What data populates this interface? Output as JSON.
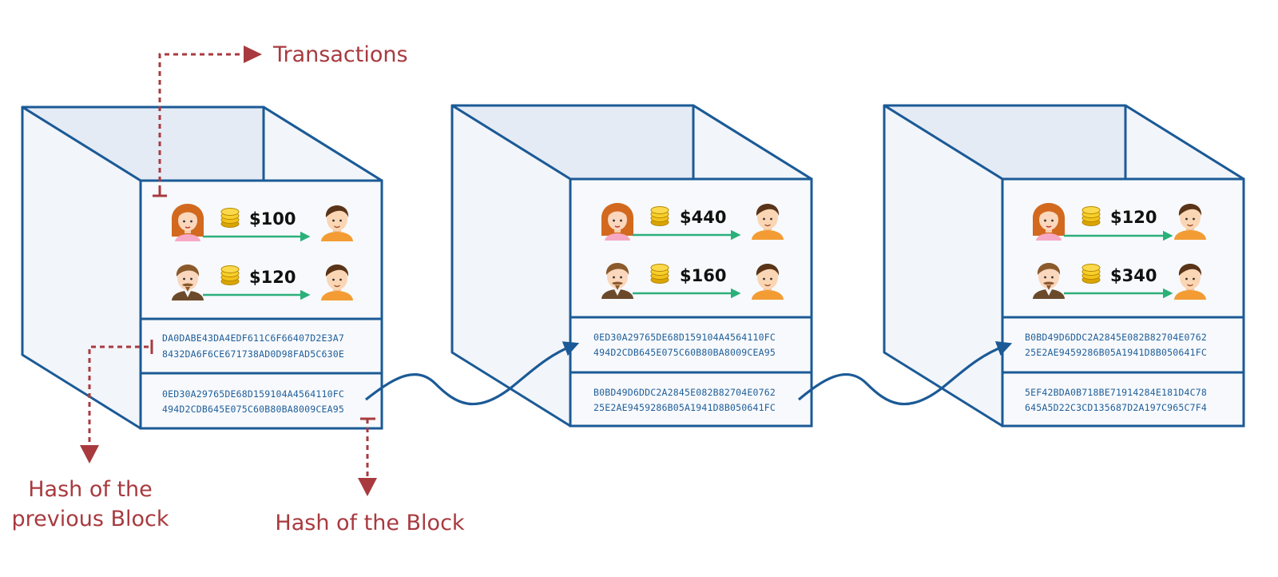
{
  "labels": {
    "transactions": "Transactions",
    "hash_previous_line1": "Hash of the",
    "hash_previous_line2": "previous Block",
    "hash_block": "Hash of the Block"
  },
  "colors": {
    "block_stroke": "#1b5a96",
    "callout": "#a83a3f",
    "transfer_arrow": "#2bb07a"
  },
  "blocks": [
    {
      "transactions": [
        {
          "sender": "woman-avatar-icon",
          "amount": "$100",
          "receiver": "man-avatar-icon"
        },
        {
          "sender": "bearded-man-avatar-icon",
          "amount": "$120",
          "receiver": "man-avatar-icon"
        }
      ],
      "prev_hash": [
        "DA0DABE43DA4EDF611C6F66407D2E3A7",
        "8432DA6F6CE671738AD0D98FAD5C630E"
      ],
      "block_hash": [
        "0ED30A29765DE68D159104A4564110FC",
        "494D2CDB645E075C60B80BA8009CEA95"
      ]
    },
    {
      "transactions": [
        {
          "sender": "woman-avatar-icon",
          "amount": "$440",
          "receiver": "man-avatar-icon"
        },
        {
          "sender": "bearded-man-avatar-icon",
          "amount": "$160",
          "receiver": "man-avatar-icon"
        }
      ],
      "prev_hash": [
        "0ED30A29765DE68D159104A4564110FC",
        "494D2CDB645E075C60B80BA8009CEA95"
      ],
      "block_hash": [
        "B0BD49D6DDC2A2845E082B82704E0762",
        "25E2AE9459286B05A1941D8B050641FC"
      ]
    },
    {
      "transactions": [
        {
          "sender": "woman-avatar-icon",
          "amount": "$120",
          "receiver": "man-avatar-icon"
        },
        {
          "sender": "bearded-man-avatar-icon",
          "amount": "$340",
          "receiver": "man-avatar-icon"
        }
      ],
      "prev_hash": [
        "B0BD49D6DDC2A2845E082B82704E0762",
        "25E2AE9459286B05A1941D8B050641FC"
      ],
      "block_hash": [
        "5EF42BDA0B718BE71914284E181D4C78",
        "645A5D22C3CD135687D2A197C965C7F4"
      ]
    }
  ]
}
